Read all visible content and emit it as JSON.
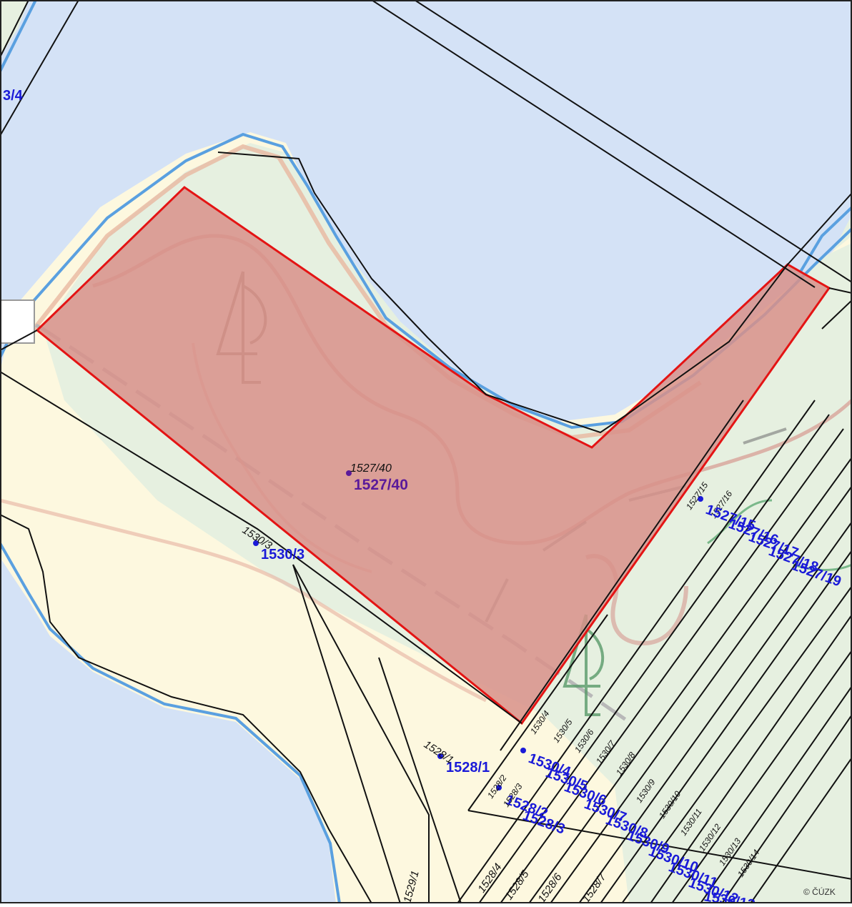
{
  "map": {
    "copyright": "© ČÚZK",
    "colors": {
      "water": "#d4e2f6",
      "water_edge": "#5aa0e0",
      "meadow": "#e6f0e0",
      "land": "#fdf8df",
      "selected_fill": "#d8908a",
      "selected_outline": "#e41414",
      "parcel_line": "#111111",
      "label_blue": "#1a1ad8",
      "label_purple": "#5a1a9a"
    },
    "selected_parcel": {
      "number_small": "1527/40",
      "number_large": "1527/40"
    },
    "parcel_labels": {
      "p3_4": "3/4",
      "p1530_3": "1530/3",
      "p1530_3_small": "1530/3",
      "p1528_1": "1528/1",
      "p1528_1_small": "1528/1",
      "p1527_15": "1527/15",
      "p1527_16": "1527/16",
      "p1527_17": "1527/17",
      "p1527_18": "1527/18",
      "p1527_19": "1527/19",
      "p1527_15_small": "1527/15",
      "p1527_16_small": "1527/16",
      "p1530_4": "1530/4",
      "p1530_5": "1530/5",
      "p1530_6": "1530/6",
      "p1530_7": "1530/7",
      "p1530_8": "1530/8",
      "p1530_9": "1530/9",
      "p1530_10": "1530/10",
      "p1530_11": "1530/11",
      "p1530_12": "1530/12",
      "p1530_13": "1530/13",
      "p1528_2": "1528/2",
      "p1528_3": "1528/3",
      "p1528_4": "1528/4",
      "p1528_5": "1528/5",
      "p1528_6": "1528/6",
      "p1528_7": "1528/7",
      "p1529_1": "1529/1",
      "p1530_4_small": "1530/4",
      "p1530_5_small": "1530/5",
      "p1530_6_small": "1530/6",
      "p1530_7_small": "1530/7",
      "p1530_8_small": "1530/8",
      "p1530_9_small": "1530/9",
      "p1530_10_small": "1530/10",
      "p1530_11_small": "1530/11",
      "p1530_12_small": "1530/12",
      "p1530_13_small": "1530/13",
      "p1530_14_small": "1530/14",
      "p1528_2_small": "1528/2",
      "p1528_3_small": "1528/3"
    }
  }
}
